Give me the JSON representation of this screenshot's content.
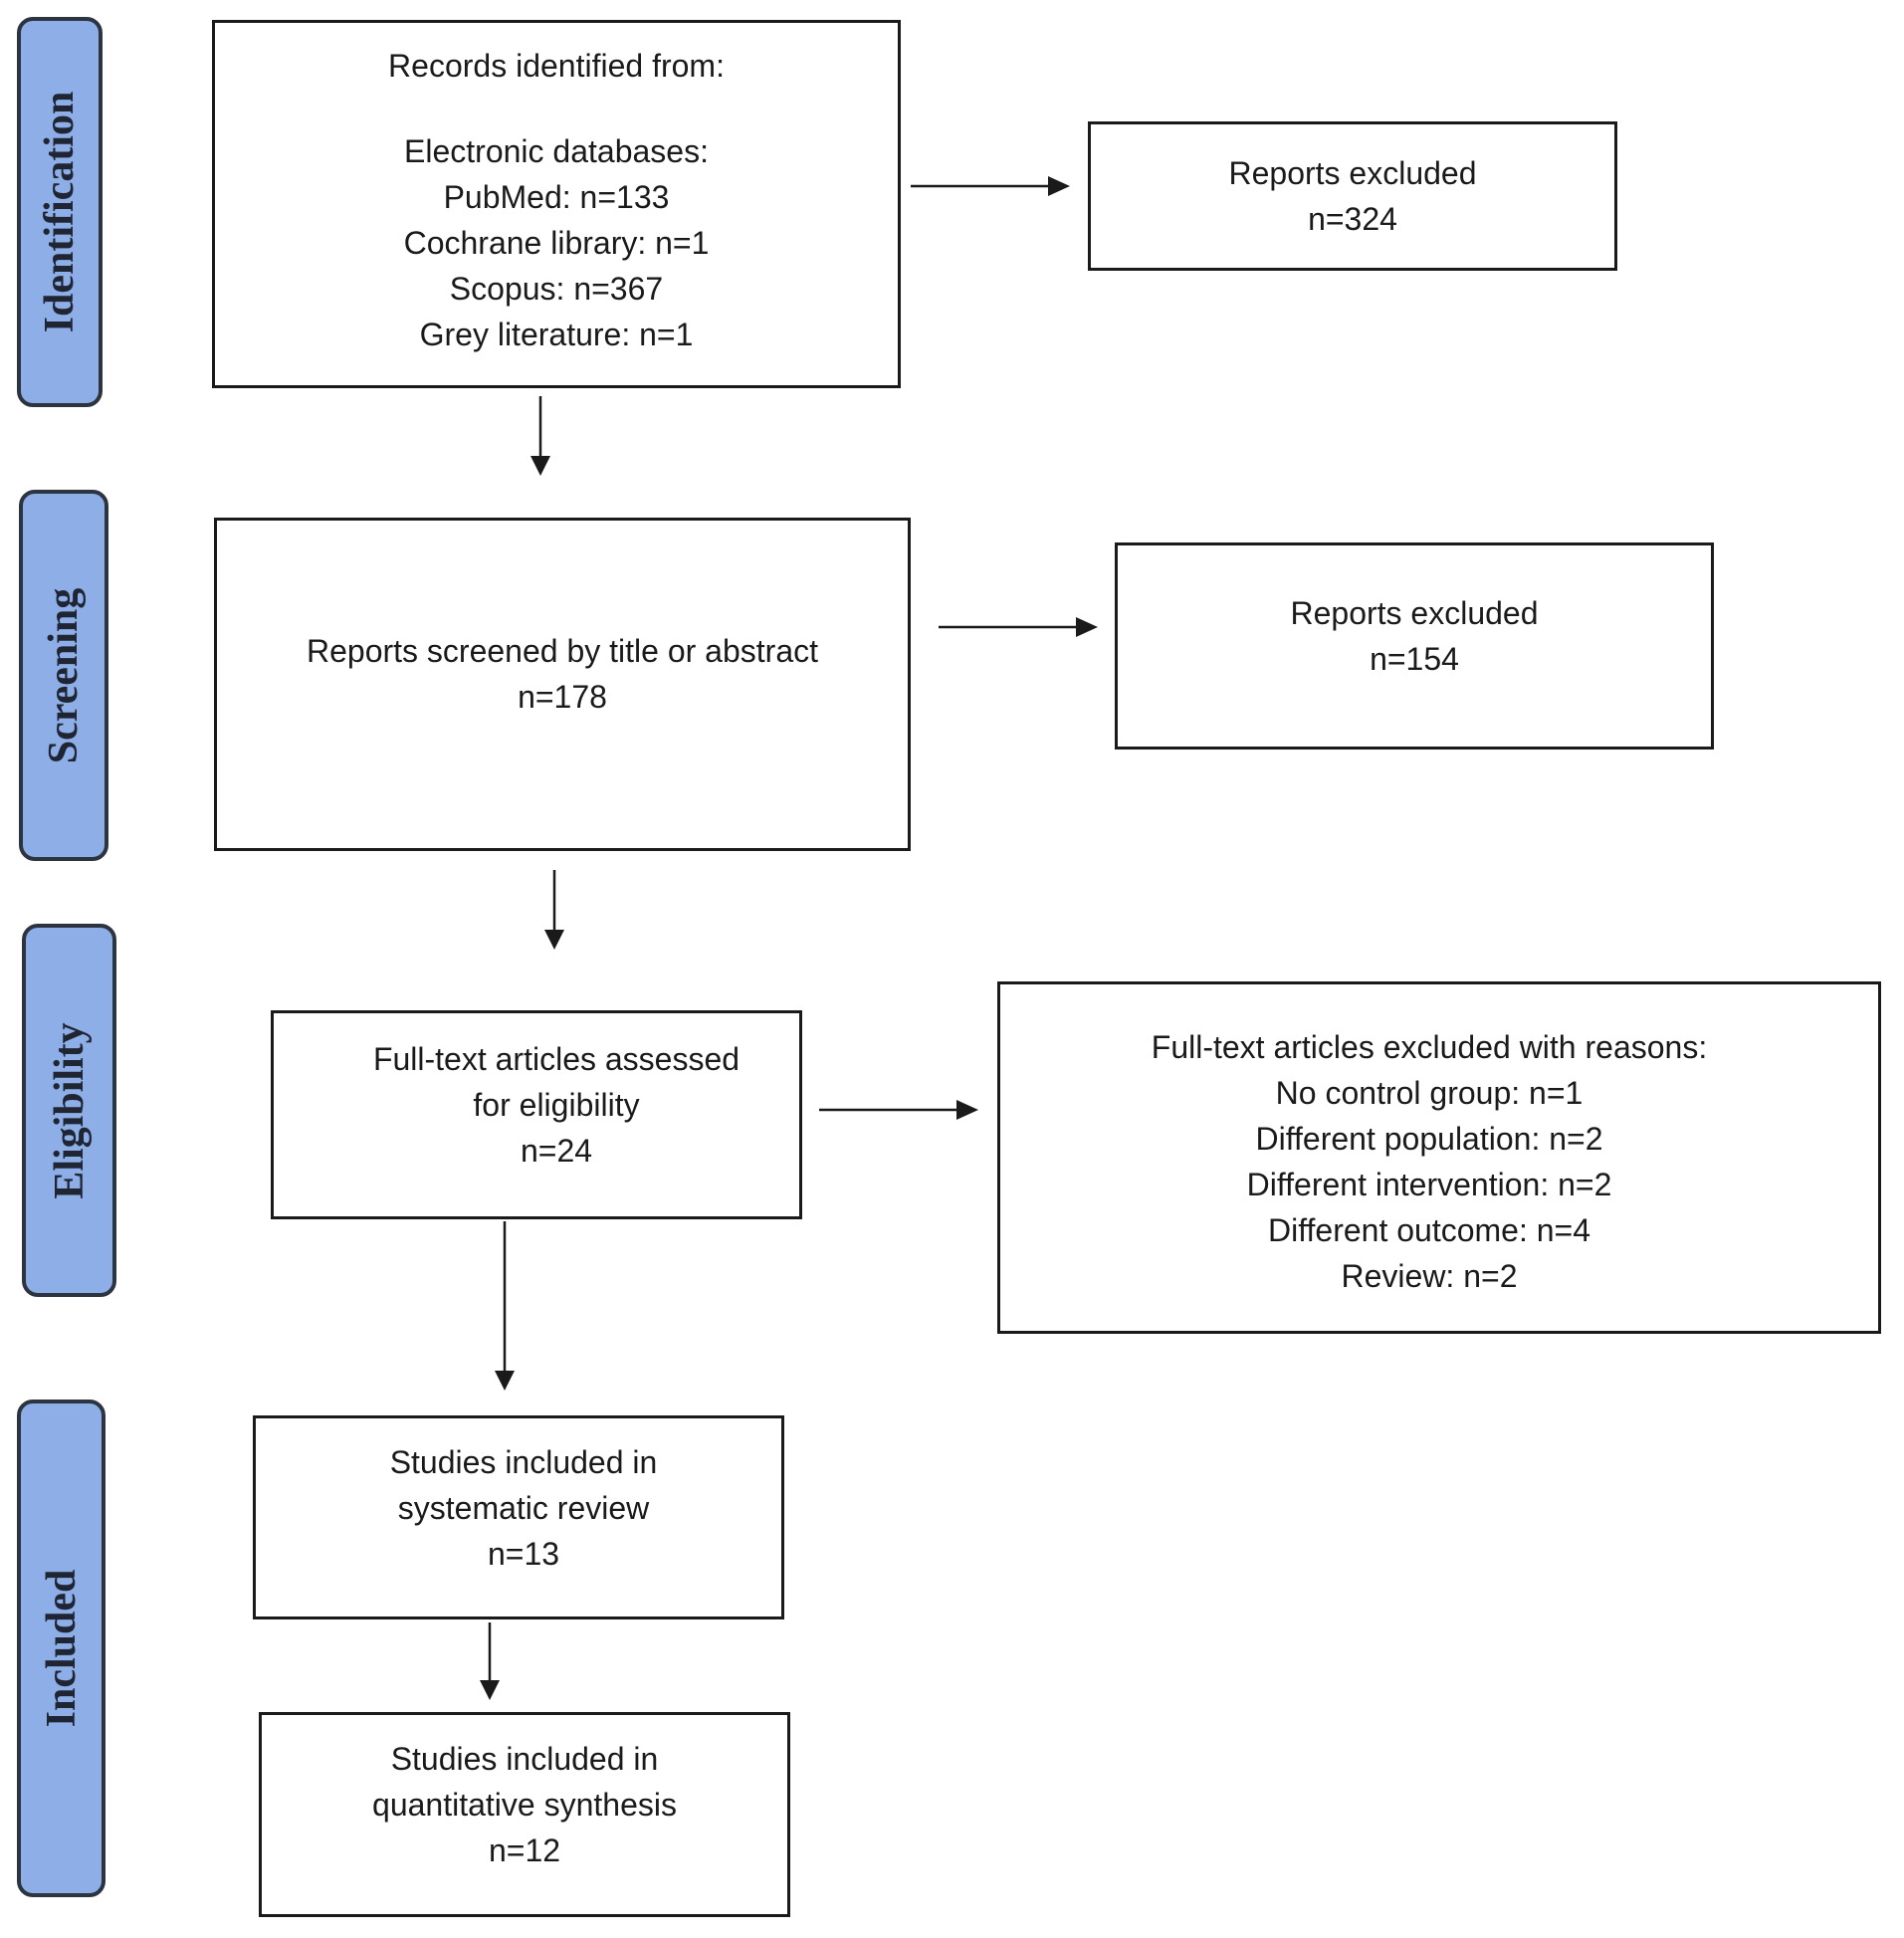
{
  "phases": {
    "identification": "Identification",
    "screening": "Screening",
    "eligibility": "Eligibility",
    "included": "Included"
  },
  "records": {
    "heading": "Records identified from:",
    "subheading": "Electronic databases:",
    "pubmed": "PubMed: n=133",
    "cochrane": "Cochrane library: n=1",
    "scopus": "Scopus: n=367",
    "grey": "Grey literature: n=1"
  },
  "excluded_identification": {
    "label": "Reports excluded",
    "count": "n=324"
  },
  "screened": {
    "label": "Reports screened by title or abstract",
    "count": "n=178"
  },
  "excluded_screening": {
    "label": "Reports excluded",
    "count": "n=154"
  },
  "fulltext": {
    "line1": "Full-text articles assessed",
    "line2": "for eligibility",
    "count": "n=24"
  },
  "fulltext_excluded": {
    "heading": "Full-text articles excluded with reasons:",
    "reasons": [
      "No control group: n=1",
      "Different population: n=2",
      "Different intervention: n=2",
      "Different outcome: n=4",
      "Review: n=2"
    ]
  },
  "systematic": {
    "line1": "Studies included in",
    "line2": "systematic review",
    "count": "n=13"
  },
  "quantitative": {
    "line1": "Studies included in",
    "line2": "quantitative synthesis",
    "count": "n=12"
  },
  "colors": {
    "phase_fill": "#8eaee8",
    "phase_border": "#2c3440",
    "box_border": "#1a1a1a"
  }
}
